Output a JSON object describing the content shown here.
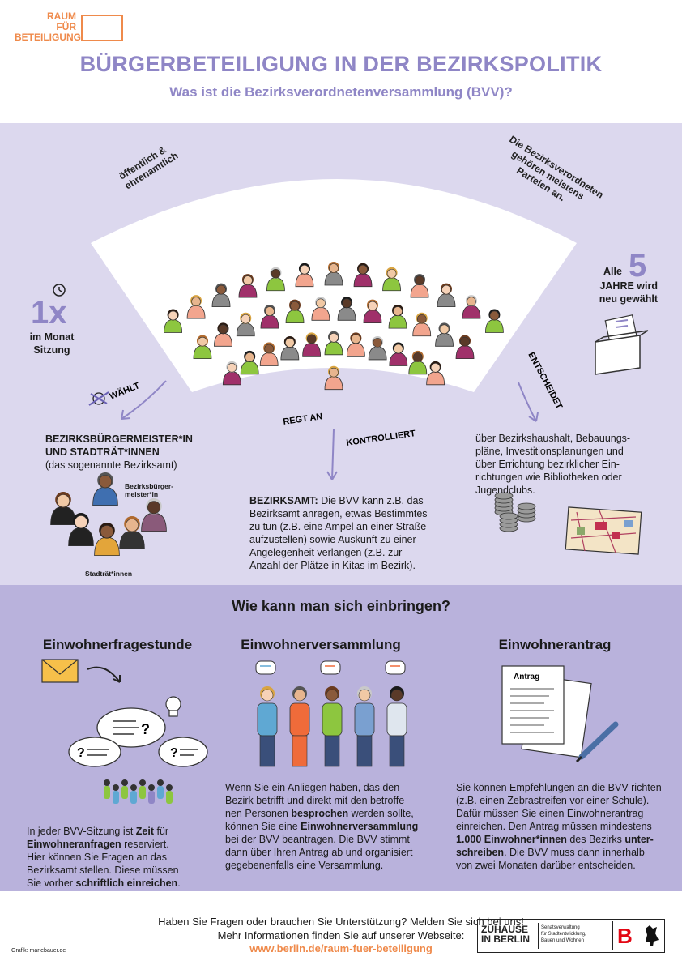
{
  "logo": {
    "line1": "RAUM",
    "line2": "FÜR",
    "line3": "BETEILIGUNG"
  },
  "header": {
    "title": "BÜRGERBETEILIGUNG IN DER BEZIRKSPOLITIK",
    "subtitle": "Was ist die Bezirksverordnetenversammlung (BVV)?"
  },
  "parliament": {
    "label_left": [
      "öffentlich &",
      "ehrenamtlich"
    ],
    "label_right": [
      "Die Bezirksverordneten",
      "gehören meistens",
      "Parteien an."
    ],
    "meeting_number": "1x",
    "meeting_text": [
      "im Monat",
      "Sitzung"
    ],
    "election_prefix": "Alle",
    "election_number": "5",
    "election_text": [
      "JAHRE wird",
      "neu gewählt"
    ]
  },
  "arrows": {
    "waehlt": "WÄHLT",
    "regt_an": "REGT AN",
    "kontrolliert": "KONTROLLIERT",
    "entscheidet": "ENTSCHEIDET"
  },
  "bezirksamt": {
    "title_line1": "BEZIRKSBÜRGERMEISTER*IN",
    "title_line2": "UND STADTRÄT*INNEN",
    "note": "(das sogenannte Bezirksamt)",
    "mayor_label": [
      "Bezirksbürger-",
      "meister*in"
    ],
    "councillors_label": "Stadträt*innen"
  },
  "control_text": {
    "lead": "BEZIRKSAMT:",
    "rest": " Die BVV kann z.B. das",
    "lines": [
      "Bezirksamt anregen, etwas Bestimmtes",
      "zu tun (z.B. eine Ampel an einer Straße",
      "aufzustellen) sowie Auskunft zu einer",
      "Angelegenheit verlangen (z.B. zur",
      "Anzahl der Plätze in Kitas im Bezirk)."
    ]
  },
  "decision_text": {
    "lines": [
      "über Bezirkshaushalt, Bebauungs-",
      "pläne, Investitionsplanungen und",
      "über Errichtung bezirklicher Ein-",
      "richtungen wie Bibliotheken oder",
      "Jugendclubs."
    ]
  },
  "participation": {
    "heading": "Wie kann man sich einbringen?",
    "col1": {
      "title": "Einwohnerfragestunde",
      "text_html": "In jeder BVV-Sitzung ist <b>Zeit</b> für<br><b>Einwohneranfragen</b> reserviert.<br>Hier können Sie Fragen an das<br>Bezirksamt stellen. Diese müssen<br>Sie vorher <b>schriftlich einreichen</b>."
    },
    "col2": {
      "title": "Einwohnerversammlung",
      "text_html": "Wenn Sie ein Anliegen haben, das den<br>Bezirk betrifft und direkt mit den betroffe-<br>nen Personen <b>besprochen</b> werden sollte,<br>können Sie eine <b>Einwohnerversammlung</b><br>bei der BVV beantragen. Die BVV stimmt<br>dann über Ihren Antrag ab und organisiert<br>gegebenenfalls eine Versammlung."
    },
    "col3": {
      "title": "Einwohnerantrag",
      "doc_label": "Antrag",
      "text_html": "Sie können Empfehlungen an die BVV richten<br>(z.B. einen Zebrastreifen vor einer Schule).<br>Dafür müssen Sie einen Einwohnerantrag<br>einreichen. Den Antrag müssen mindestens<br><b>1.000 Einwohner*innen</b> des Bezirks <b>unter-<br>schreiben</b>. Die BVV muss dann innerhalb<br>von zwei Monaten darüber entscheiden."
    }
  },
  "footer": {
    "line1": "Haben Sie Fragen oder brauchen Sie Unterstützung? Melden Sie sich bei uns!",
    "line2": "Mehr Informationen finden Sie auf unserer Webseite:",
    "link": "www.berlin.de/raum-fuer-beteiligung",
    "credit": "Grafik: mariebauer.de",
    "berlin_line1": "ZUHAUSE",
    "berlin_line2": "IN BERLIN",
    "senat_line1": "Senatsverwaltung",
    "senat_line2": "für Stadtentwicklung,",
    "senat_line3": "Bauen und Wohnen",
    "b_letter": "B"
  },
  "colors": {
    "accent": "#8f86c6",
    "orange": "#ef8a4b",
    "band_light": "#dcd8ee",
    "band_dark": "#b9b2dc",
    "green": "#8dc63f",
    "magenta": "#a0306a",
    "gray": "#8a8a8a",
    "salmon": "#f2a58e",
    "berlin_red": "#e30613"
  }
}
